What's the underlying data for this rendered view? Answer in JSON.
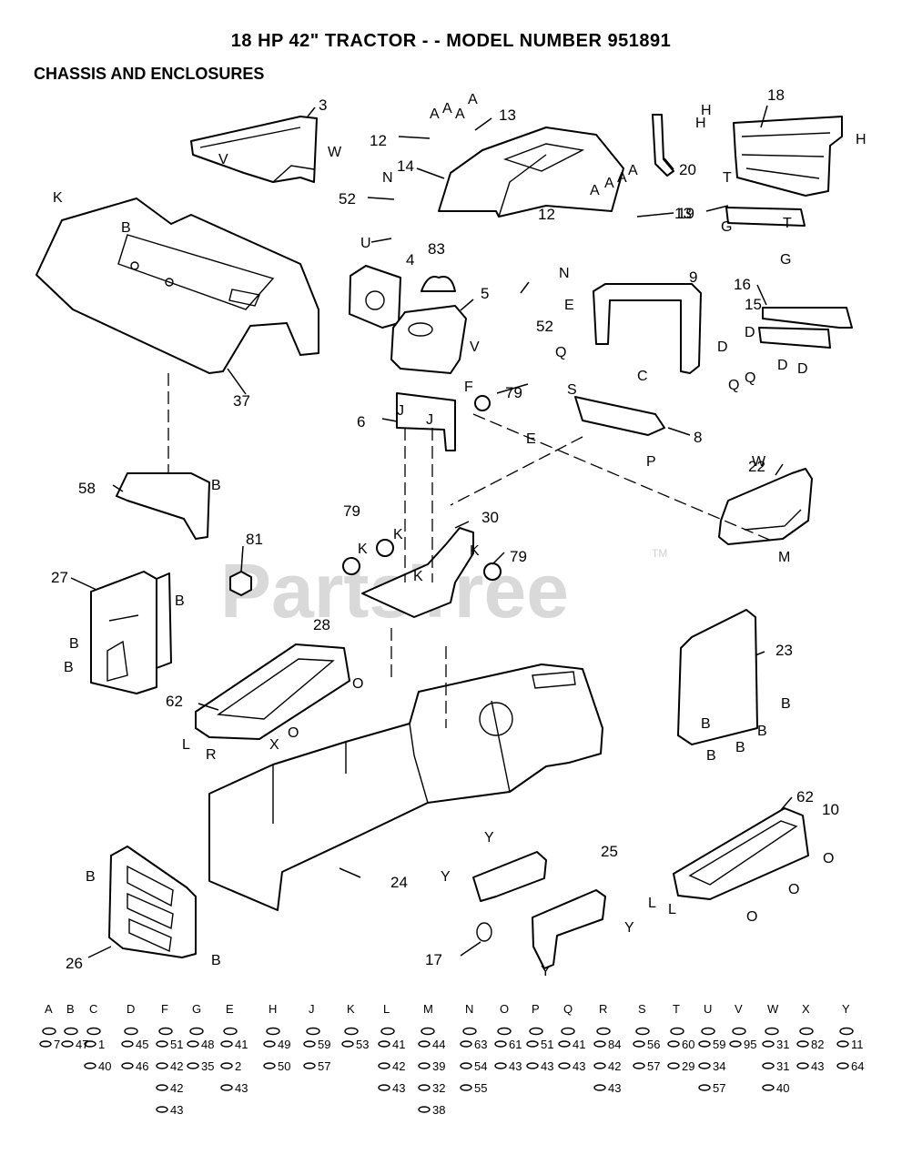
{
  "title": "18 HP 42\" TRACTOR - - MODEL NUMBER 951891",
  "subtitle": "CHASSIS AND ENCLOSURES",
  "watermark": {
    "text": "PartsTree",
    "mark": "TM"
  },
  "callouts": [
    {
      "n": "3"
    },
    {
      "n": "12"
    },
    {
      "n": "13"
    },
    {
      "n": "14"
    },
    {
      "n": "52"
    },
    {
      "n": "12"
    },
    {
      "n": "13"
    },
    {
      "n": "18"
    },
    {
      "n": "20"
    },
    {
      "n": "19"
    },
    {
      "n": "4"
    },
    {
      "n": "83"
    },
    {
      "n": "5"
    },
    {
      "n": "52"
    },
    {
      "n": "9"
    },
    {
      "n": "16"
    },
    {
      "n": "15"
    },
    {
      "n": "37"
    },
    {
      "n": "79"
    },
    {
      "n": "6"
    },
    {
      "n": "8"
    },
    {
      "n": "22"
    },
    {
      "n": "58"
    },
    {
      "n": "79"
    },
    {
      "n": "30"
    },
    {
      "n": "79"
    },
    {
      "n": "81"
    },
    {
      "n": "27"
    },
    {
      "n": "28"
    },
    {
      "n": "62"
    },
    {
      "n": "23"
    },
    {
      "n": "24"
    },
    {
      "n": "62"
    },
    {
      "n": "10"
    },
    {
      "n": "25"
    },
    {
      "n": "17"
    },
    {
      "n": "26"
    }
  ],
  "letters": [
    "A",
    "A",
    "A",
    "A",
    "V",
    "W",
    "N",
    "H",
    "H",
    "H",
    "T",
    "G",
    "G",
    "T",
    "K",
    "B",
    "U",
    "A",
    "A",
    "A",
    "A",
    "N",
    "E",
    "Q",
    "C",
    "Q",
    "Q",
    "D",
    "D",
    "D",
    "D",
    "V",
    "F",
    "S",
    "J",
    "J",
    "E",
    "P",
    "W",
    "M",
    "B",
    "K",
    "K",
    "K",
    "K",
    "B",
    "B",
    "B",
    "O",
    "L",
    "R",
    "X",
    "O",
    "B",
    "B",
    "B",
    "B",
    "B",
    "Y",
    "Y",
    "Y",
    "Y",
    "L",
    "L",
    "O",
    "O",
    "O",
    "B",
    "B"
  ],
  "hardware": [
    {
      "letter": "A",
      "nums": [
        "7"
      ]
    },
    {
      "letter": "B",
      "nums": [
        "47"
      ]
    },
    {
      "letter": "C",
      "nums": [
        "1",
        "40"
      ]
    },
    {
      "letter": "D",
      "nums": [
        "45",
        "46"
      ]
    },
    {
      "letter": "F",
      "nums": [
        "51",
        "42",
        "42",
        "43"
      ]
    },
    {
      "letter": "G",
      "nums": [
        "48",
        "35"
      ]
    },
    {
      "letter": "E",
      "nums": [
        "41",
        "2",
        "43"
      ]
    },
    {
      "letter": "H",
      "nums": [
        "49",
        "50"
      ]
    },
    {
      "letter": "J",
      "nums": [
        "59",
        "57"
      ]
    },
    {
      "letter": "K",
      "nums": [
        "53"
      ]
    },
    {
      "letter": "L",
      "nums": [
        "41",
        "42",
        "43"
      ]
    },
    {
      "letter": "M",
      "nums": [
        "44",
        "39",
        "32",
        "38"
      ]
    },
    {
      "letter": "N",
      "nums": [
        "63",
        "54",
        "55"
      ]
    },
    {
      "letter": "O",
      "nums": [
        "61",
        "43"
      ]
    },
    {
      "letter": "P",
      "nums": [
        "51",
        "43"
      ]
    },
    {
      "letter": "Q",
      "nums": [
        "41",
        "43"
      ]
    },
    {
      "letter": "R",
      "nums": [
        "84",
        "42",
        "43"
      ]
    },
    {
      "letter": "S",
      "nums": [
        "56",
        "57"
      ]
    },
    {
      "letter": "T",
      "nums": [
        "60",
        "29"
      ]
    },
    {
      "letter": "U",
      "nums": [
        "59",
        "34",
        "57"
      ]
    },
    {
      "letter": "V",
      "nums": [
        "95"
      ]
    },
    {
      "letter": "W",
      "nums": [
        "31",
        "31",
        "40"
      ]
    },
    {
      "letter": "X",
      "nums": [
        "82",
        "43"
      ]
    },
    {
      "letter": "Y",
      "nums": [
        "11",
        "64"
      ]
    }
  ]
}
